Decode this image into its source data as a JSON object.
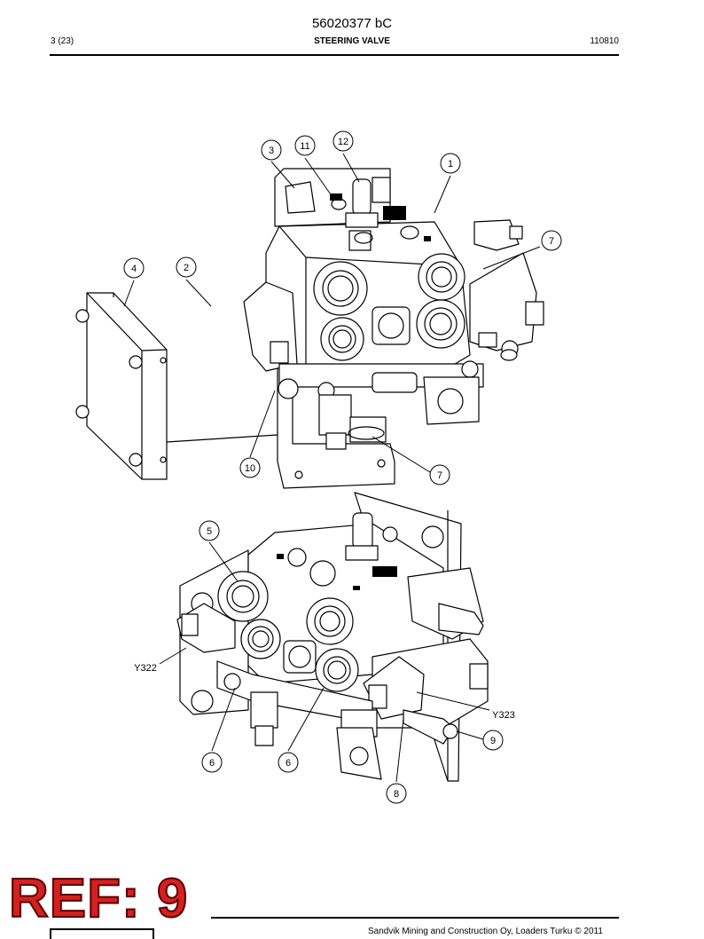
{
  "header": {
    "doc_number": "56020377 bC",
    "page": "3 (23)",
    "title": "STEERING VALVE",
    "date": "110810"
  },
  "callouts": {
    "top": [
      "3",
      "11",
      "12",
      "1",
      "7",
      "4",
      "2",
      "10",
      "7"
    ],
    "bottom": [
      "5",
      "Y322",
      "Y323",
      "9",
      "6",
      "6",
      "8"
    ]
  },
  "stamp": "REF: 9",
  "footer": {
    "copyright": "Sandvik Mining and Construction Oy, Loaders Turku © 2011"
  }
}
